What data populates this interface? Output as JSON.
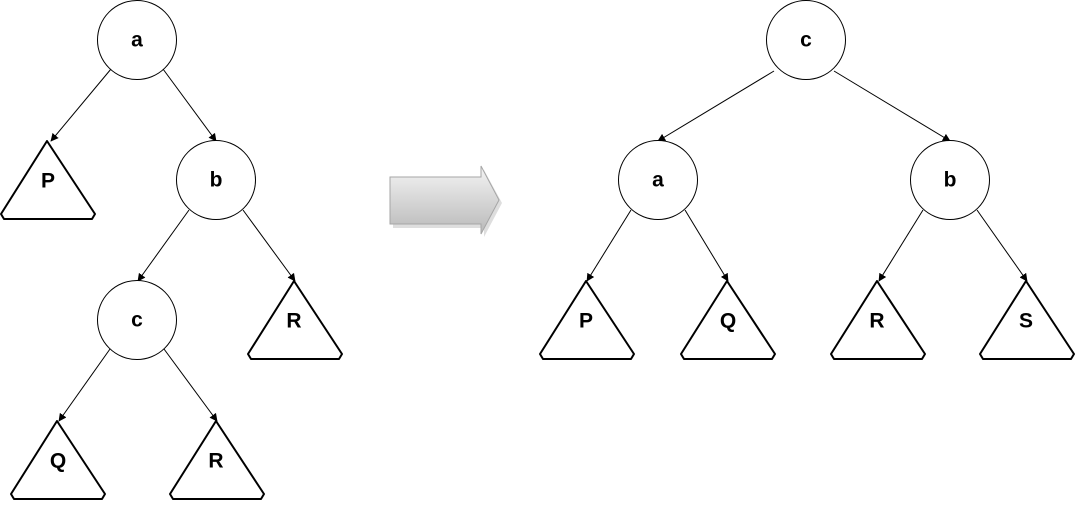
{
  "colors": {
    "stroke": "#000000",
    "background": "#ffffff",
    "arrow_light": "#f4f4f4",
    "arrow_dark": "#b9b9b9"
  },
  "left_tree": {
    "nodes": {
      "a": "a",
      "b": "b",
      "c": "c"
    },
    "subtrees": {
      "P": "P",
      "R_upper": "R",
      "Q": "Q",
      "R_lower": "R"
    }
  },
  "right_tree": {
    "nodes": {
      "c": "c",
      "a": "a",
      "b": "b"
    },
    "subtrees": {
      "P": "P",
      "Q": "Q",
      "R": "R",
      "S": "S"
    }
  },
  "transform_arrow": {
    "icon": "right-arrow-icon"
  }
}
